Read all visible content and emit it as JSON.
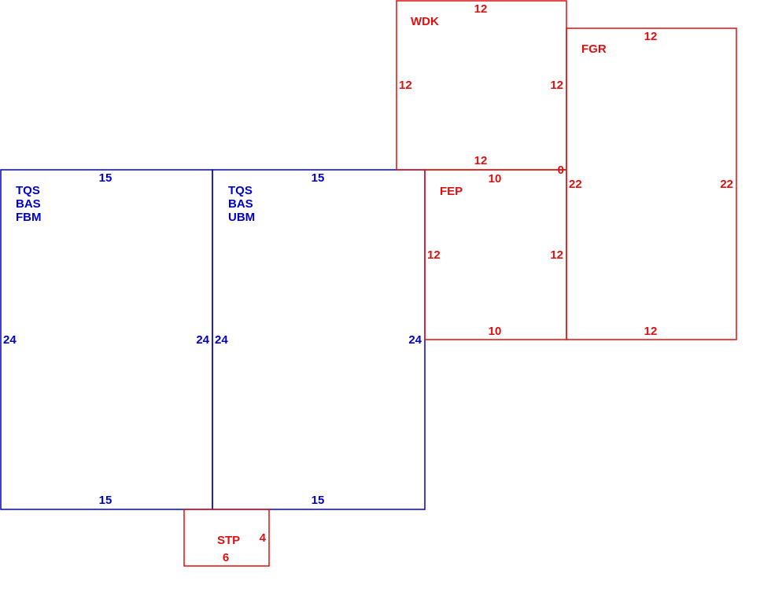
{
  "colors": {
    "main_structure": "#0000cc",
    "addition": "#dd1111",
    "background": "#ffffff"
  },
  "areas": {
    "left_main": {
      "codes": [
        "TQS",
        "BAS",
        "FBM"
      ],
      "dims": {
        "top": "15",
        "bottom": "15",
        "left": "24",
        "right": "24"
      }
    },
    "right_main": {
      "codes": [
        "TQS",
        "BAS",
        "UBM"
      ],
      "dims": {
        "top": "15",
        "bottom": "15",
        "left": "24",
        "right": "24"
      }
    },
    "wdk": {
      "code": "WDK",
      "dims": {
        "top": "12",
        "bottom": "12",
        "left": "12",
        "right": "12"
      }
    },
    "fgr": {
      "code": "FGR",
      "dims": {
        "top": "12",
        "bottom": "12",
        "left": "22",
        "right": "22"
      }
    },
    "fep": {
      "code": "FEP",
      "dims": {
        "top": "10",
        "bottom": "10",
        "left": "12",
        "right": "12",
        "corner": "0"
      }
    },
    "stp": {
      "code": "STP",
      "dims": {
        "width": "6",
        "depth": "4"
      }
    }
  }
}
